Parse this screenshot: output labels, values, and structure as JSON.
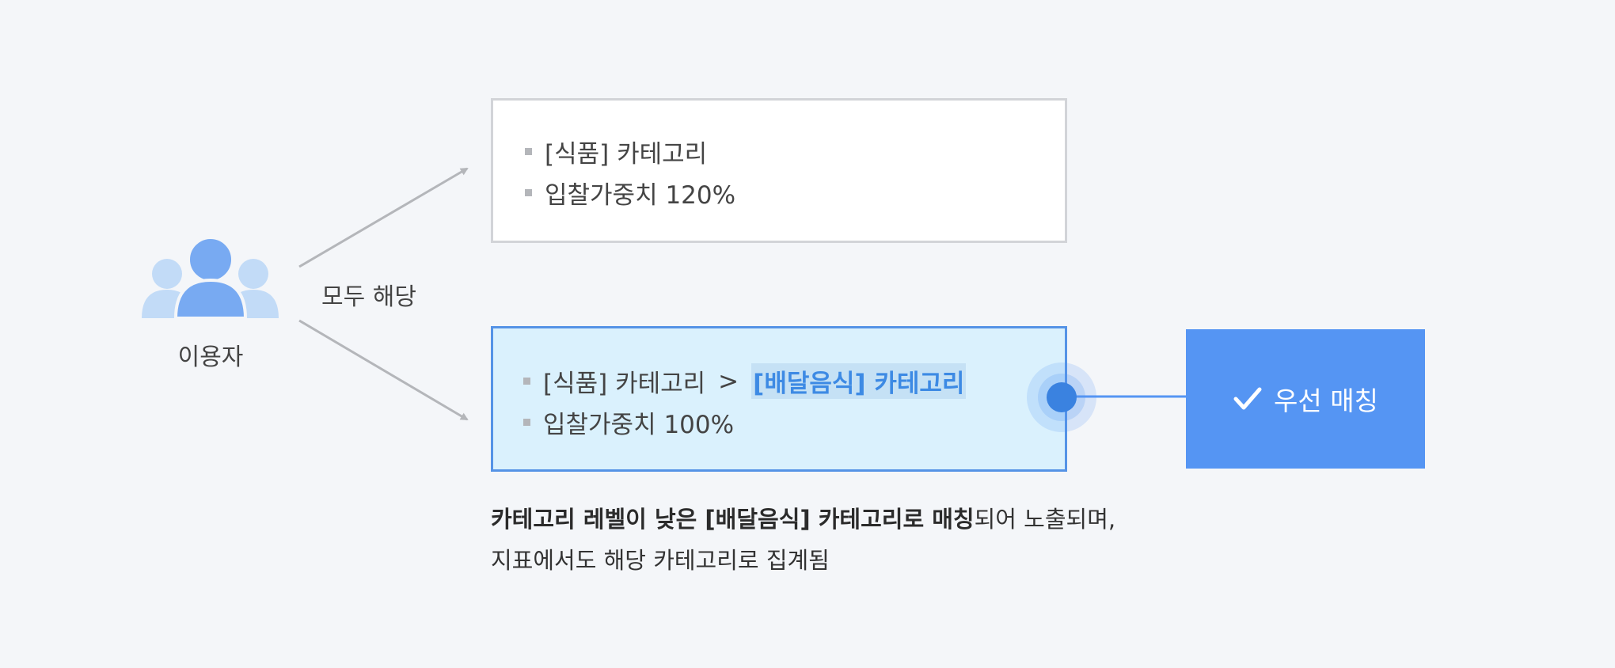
{
  "user": {
    "label": "이용자",
    "icon": "users-icon"
  },
  "edge_label": "모두 해당",
  "top_box": {
    "line1": "[식품] 카테고리",
    "line2": "입찰가중치 120%"
  },
  "bottom_box": {
    "line1_parent": "[식품] 카테고리",
    "line1_sep": ">",
    "line1_child": "[배달음식] 카테고리",
    "line2": "입찰가중치 100%"
  },
  "result": {
    "label": "우선 매칭",
    "icon": "check-icon"
  },
  "description": {
    "line1_bold": "카테고리 레벨이 낮은 [배달음식] 카테고리로 매칭",
    "line1_rest": "되어 노출되며,",
    "line2": "지표에서도 해당 카테고리로 집계됨"
  },
  "colors": {
    "background": "#f4f6f9",
    "accent": "#5595f3",
    "highlight_text": "#3d8ae4",
    "box_highlight_bg": "#daf1fd",
    "box_border_gray": "#d2d4d8",
    "arrow_gray": "#b4b6ba",
    "user_icon_main": "#78aaf2",
    "user_icon_side": "#c2dbf7"
  }
}
